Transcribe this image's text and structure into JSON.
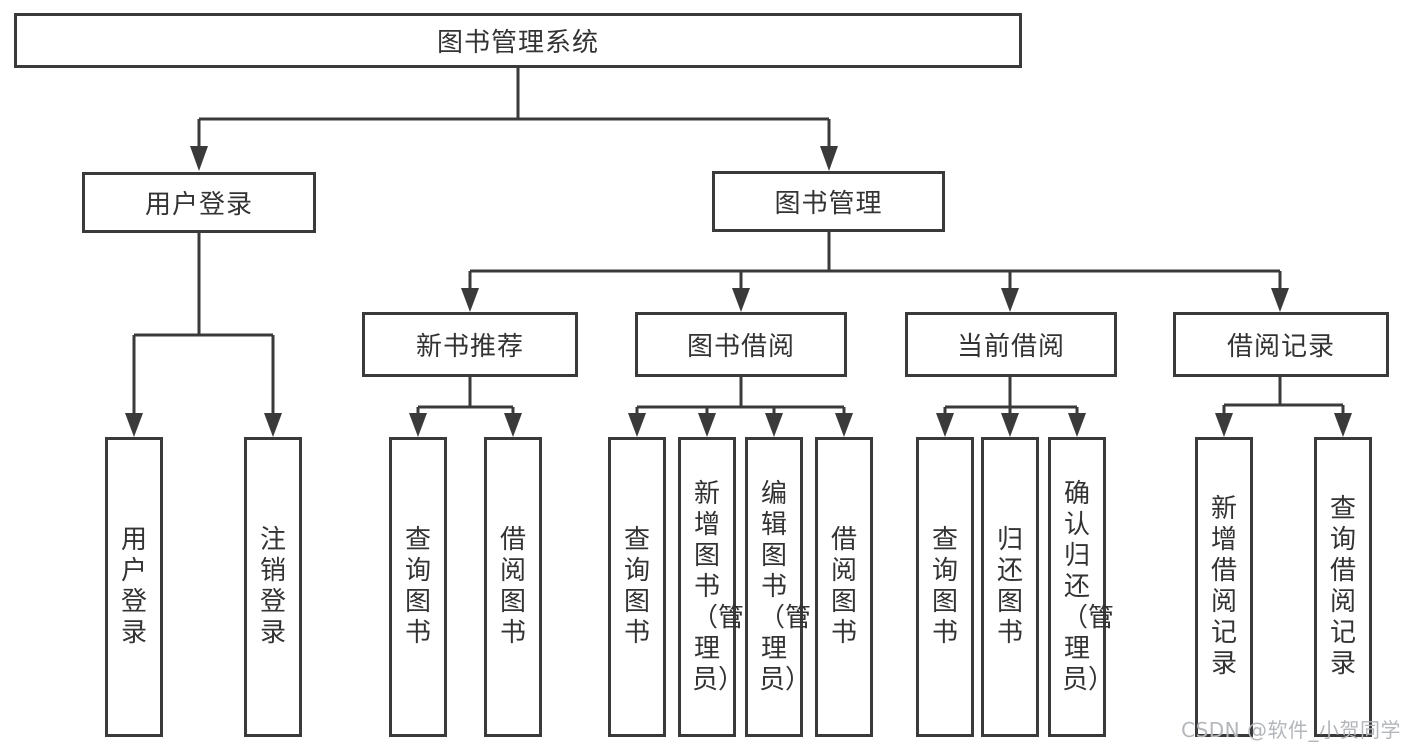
{
  "page": {
    "background": "#ffffff",
    "line_color": "#3a3a3a",
    "text_color": "#333333"
  },
  "diagram": {
    "root": {
      "label": "图书管理系统"
    },
    "branches": [
      {
        "label": "用户登录",
        "children": [
          {
            "label": "用户登录"
          },
          {
            "label": "注销登录"
          }
        ]
      },
      {
        "label": "图书管理",
        "children": [
          {
            "label": "新书推荐",
            "children": [
              {
                "label": "查询图书"
              },
              {
                "label": "借阅图书"
              }
            ]
          },
          {
            "label": "图书借阅",
            "children": [
              {
                "label": "查询图书"
              },
              {
                "label": "新增图书（管理员）"
              },
              {
                "label": "编辑图书（管理员）"
              },
              {
                "label": "借阅图书"
              }
            ]
          },
          {
            "label": "当前借阅",
            "children": [
              {
                "label": "查询图书"
              },
              {
                "label": "归还图书"
              },
              {
                "label": "确认归还（管理员）"
              }
            ]
          },
          {
            "label": "借阅记录",
            "children": [
              {
                "label": "新增借阅记录"
              },
              {
                "label": "查询借阅记录"
              }
            ]
          }
        ]
      }
    ]
  },
  "watermark": {
    "text": "CSDN @软件_小贺同学",
    "color": "#b3b6ba"
  }
}
